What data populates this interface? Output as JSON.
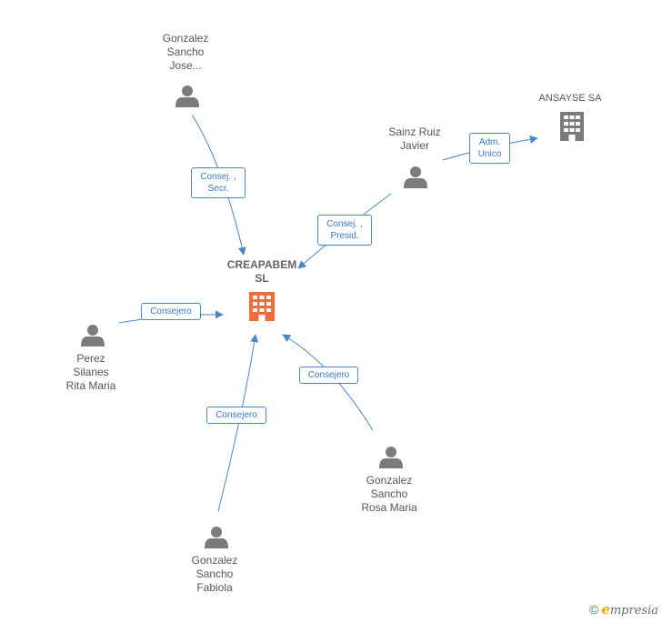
{
  "colors": {
    "edge": "#4a86c8",
    "person_icon": "#7b7b7b",
    "company_icon": "#7b7b7b",
    "focus_company_icon": "#f26b3a",
    "label_text": "#555555"
  },
  "nodes": {
    "creapabem": {
      "type": "company",
      "focus": true,
      "name_line1": "CREAPABEM",
      "name_line2": "SL",
      "icon": "building-icon"
    },
    "ansayse": {
      "type": "company",
      "focus": false,
      "name": "ANSAYSE SA",
      "icon": "building-icon"
    },
    "gonzalez_jose": {
      "type": "person",
      "line1": "Gonzalez",
      "line2": "Sancho",
      "line3": "Jose...",
      "icon": "person-icon"
    },
    "sainz_ruiz": {
      "type": "person",
      "line1": "Sainz Ruiz",
      "line2": "Javier",
      "icon": "person-icon"
    },
    "perez_silanes": {
      "type": "person",
      "line1": "Perez",
      "line2": "Silanes",
      "line3": "Rita Maria",
      "icon": "person-icon"
    },
    "gonzalez_rosa": {
      "type": "person",
      "line1": "Gonzalez",
      "line2": "Sancho",
      "line3": "Rosa Maria",
      "icon": "person-icon"
    },
    "gonzalez_fabiola": {
      "type": "person",
      "line1": "Gonzalez",
      "line2": "Sancho",
      "line3": "Fabiola",
      "icon": "person-icon"
    }
  },
  "edges": {
    "jose_secr": {
      "from": "gonzalez_jose",
      "to": "creapabem",
      "line1": "Consej. ,",
      "line2": "Secr."
    },
    "sainz_presid": {
      "from": "sainz_ruiz",
      "to": "creapabem",
      "line1": "Consej. ,",
      "line2": "Presid."
    },
    "sainz_adm": {
      "from": "sainz_ruiz",
      "to": "ansayse",
      "line1": "Adm.",
      "line2": "Unico"
    },
    "perez_consejero": {
      "from": "perez_silanes",
      "to": "creapabem",
      "line1": "Consejero"
    },
    "rosa_consejero": {
      "from": "gonzalez_rosa",
      "to": "creapabem",
      "line1": "Consejero"
    },
    "fabiola_consejero": {
      "from": "gonzalez_fabiola",
      "to": "creapabem",
      "line1": "Consejero"
    }
  },
  "watermark": {
    "copyright": "©",
    "brand_first": "e",
    "brand_rest": "mpresia"
  }
}
